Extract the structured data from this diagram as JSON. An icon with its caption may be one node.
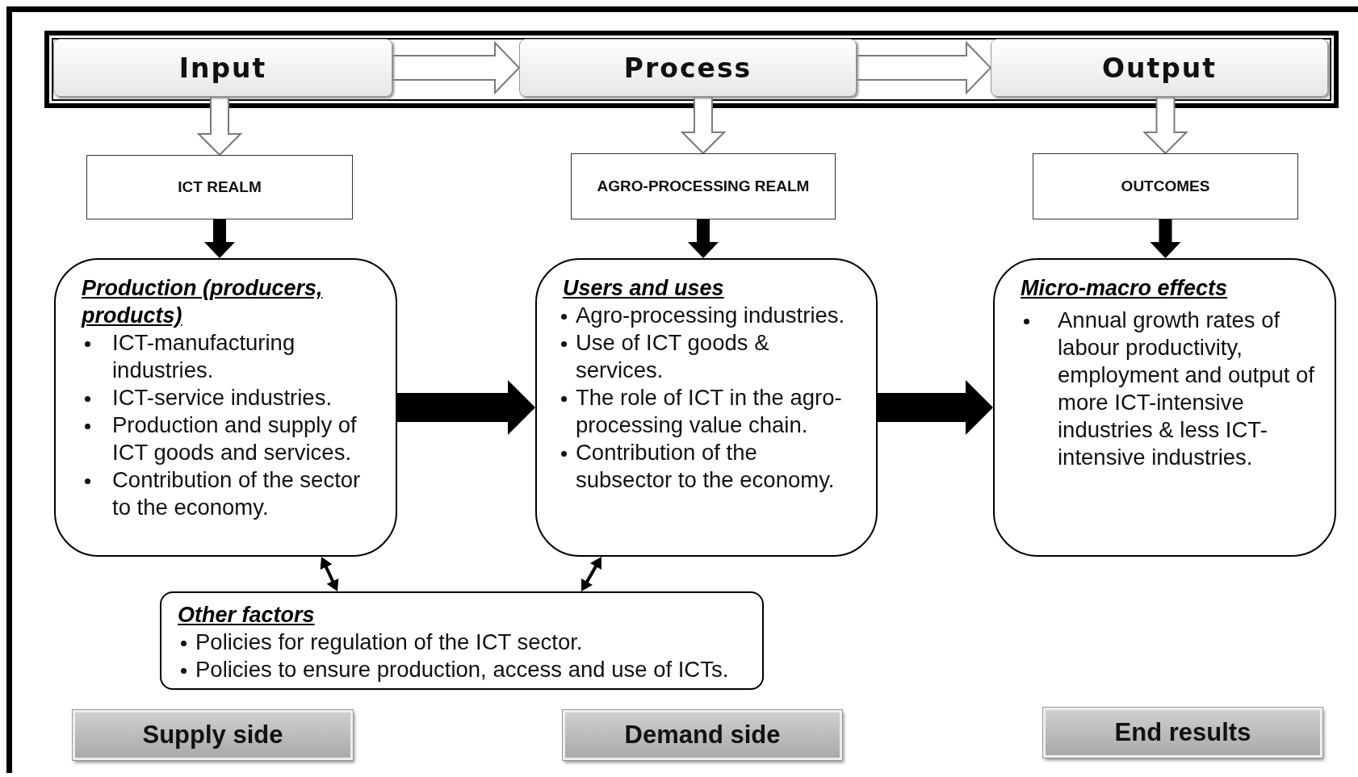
{
  "diagram": {
    "nodes": [
      {
        "text": [
          "Input"
        ]
      },
      {
        "text": [
          "Process"
        ]
      },
      {
        "text": [
          "Output"
        ]
      },
      {
        "text": [
          "ICT REALM"
        ]
      },
      {
        "text": [
          "AGRO-PROCESSING REALM"
        ]
      },
      {
        "text": [
          "OUTCOMES"
        ]
      },
      {
        "text": [
          "Production (producers, products)",
          "ICT-manufacturing industries.",
          "ICT-service industries.",
          "Production and supply of ICT goods and services.",
          "Contribution of the sector to the economy."
        ]
      },
      {
        "text": [
          "Users and uses",
          "Agro-processing industries.",
          "Use of ICT goods & services.",
          "The role of ICT in the agro-processing value chain.",
          "Contribution of the subsector to the economy."
        ]
      },
      {
        "text": [
          "Micro-macro effects",
          "Annual growth rates of labour productivity, employment and output of more ICT-intensive industries & less ICT-intensive industries."
        ]
      },
      {
        "text": [
          "Other factors",
          "Policies for regulation of the ICT sector.",
          "Policies to ensure production, access and use of ICTs."
        ]
      },
      {
        "text": [
          "Supply side"
        ]
      },
      {
        "text": [
          "Demand side"
        ]
      },
      {
        "text": [
          "End results"
        ]
      }
    ],
    "edges": [
      {
        "from": 0,
        "to": 1,
        "arrow": "to",
        "color": "#ffffff"
      },
      {
        "from": 1,
        "to": 2,
        "arrow": "to",
        "color": "#ffffff"
      },
      {
        "from": 0,
        "to": 3,
        "arrow": "to",
        "color": "#ffffff"
      },
      {
        "from": 1,
        "to": 4,
        "arrow": "to",
        "color": "#ffffff"
      },
      {
        "from": 2,
        "to": 5,
        "arrow": "to",
        "color": "#ffffff"
      },
      {
        "from": 3,
        "to": 6,
        "arrow": "to"
      },
      {
        "from": 4,
        "to": 7,
        "arrow": "to"
      },
      {
        "from": 5,
        "to": 8,
        "arrow": "to"
      },
      {
        "from": 6,
        "to": 7,
        "arrow": "to",
        "style": "thick"
      },
      {
        "from": 7,
        "to": 8,
        "arrow": "to",
        "style": "thick"
      },
      {
        "from": 9,
        "to": 6,
        "arrow": "both"
      },
      {
        "from": 9,
        "to": 7,
        "arrow": "both"
      }
    ]
  }
}
